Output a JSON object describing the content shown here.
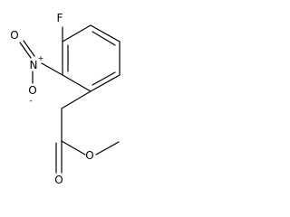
{
  "molecule": {
    "atoms": {
      "fluorine": "F",
      "nitro_nitrogen": "N",
      "nitro_nitrogen_charge": "+",
      "nitro_oxygen_double": "O",
      "nitro_oxygen_single": "O",
      "nitro_oxygen_charge": "-",
      "carbonyl_oxygen": "O",
      "ester_oxygen": "O"
    }
  },
  "colors": {
    "bond": "#000000",
    "text": "#000000",
    "background": "#ffffff"
  }
}
